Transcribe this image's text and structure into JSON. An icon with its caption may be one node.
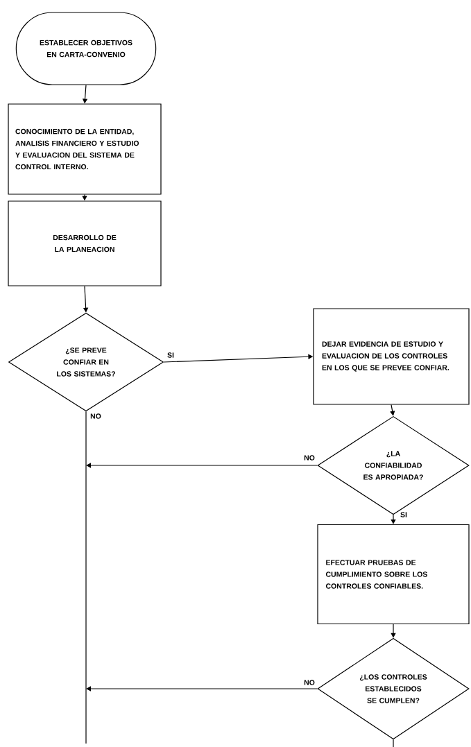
{
  "diagram": {
    "nodes": [
      {
        "text": [
          "ESTABLECER OBJETIVOS EN CARTA-CONVENIO"
        ]
      },
      {
        "text": [
          "CONOCIMIENTO DE LA ENTIDAD, ANALISIS FINANCIERO Y ESTUDIO Y EVALUACION DEL SISTEMA DE CONTROL INTERNO."
        ]
      },
      {
        "text": [
          "DESARROLLO DE LA PLANEACION"
        ]
      },
      {
        "text": [
          "¿SE PREVE CONFIAR EN LOS SISTEMAS?"
        ]
      },
      {
        "text": [
          "DEJAR EVIDENCIA DE ESTUDIO Y EVALUACION DE LOS CONTROLES EN LOS QUE SE PREVEE CONFIAR."
        ]
      },
      {
        "text": [
          "¿LA CONFIABILIDAD ES APROPIADA?"
        ]
      },
      {
        "text": [
          "EFECTUAR PRUEBAS DE CUMPLIMIENTO SOBRE LOS CONTROLES CONFIABLES."
        ]
      },
      {
        "text": [
          "¿LOS CONTROLES ESTABLECIDOS SE CUMPLEN?"
        ]
      }
    ],
    "edges": [
      {
        "from": 0,
        "to": 1,
        "arrow": "to"
      },
      {
        "from": 1,
        "to": 2,
        "arrow": "to"
      },
      {
        "from": 2,
        "to": 3,
        "arrow": "to"
      },
      {
        "from": 3,
        "to": 4,
        "arrow": "to",
        "label": "SI"
      },
      {
        "from": 3,
        "to": null,
        "arrow": "none",
        "label": "NO"
      },
      {
        "from": 4,
        "to": 5,
        "arrow": "to"
      },
      {
        "from": 5,
        "to": null,
        "arrow": "to",
        "label": "NO"
      },
      {
        "from": 5,
        "to": 6,
        "arrow": "to",
        "label": "SI"
      },
      {
        "from": 6,
        "to": 7,
        "arrow": "to"
      },
      {
        "from": 7,
        "to": null,
        "arrow": "to",
        "label": "NO"
      },
      {
        "from": 7,
        "to": null,
        "arrow": "none"
      }
    ]
  }
}
